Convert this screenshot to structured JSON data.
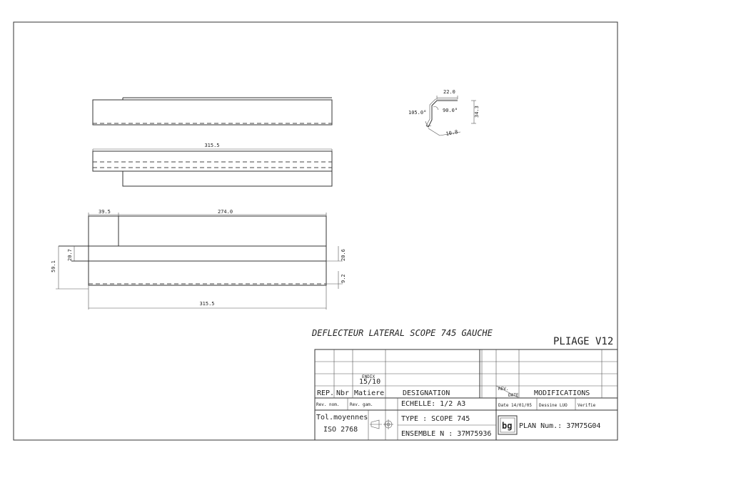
{
  "title": {
    "description": "DEFLECTEUR LATERAL SCOPE 745 GAUCHE",
    "bend_label": "PLIAGE V12"
  },
  "dimensions": {
    "top_width": "315.5",
    "flange_22": "22.0",
    "height_34": "34.3",
    "lip_10": "10.8",
    "angle_105": "105.0°",
    "angle_90": "90.0°",
    "seg_39": "39.5",
    "seg_274": "274.0",
    "left_h": "20.7",
    "right_h": "20.6",
    "total_h": "59.1",
    "right_small": "9.2",
    "bottom_width": "315.5"
  },
  "cartouche": {
    "material_code": "ENDIX",
    "material_thickness": "15/10",
    "rep_label": "REP.",
    "nbr_label": "Nbr",
    "matiere_label": "Matiere",
    "designation_label": "DESIGNATION",
    "rev_label": "REV.",
    "date_label": "DATE",
    "modifications_label": "MODIFICATIONS",
    "rev_nom": "Rev. nom.",
    "rev_gam": "Rev. gam.",
    "echelle": "ECHELLE: 1/2   A3",
    "date": "Date 14/01/05",
    "dessine": "Dessine LUO",
    "verifie": "Verifie",
    "tolerances": "Tol.moyennes",
    "iso": "ISO 2768",
    "type": "TYPE :  SCOPE 745",
    "ensemble": "ENSEMBLE N : 37M75936",
    "logo": "bg",
    "plan": "PLAN Num.: 37M75G04"
  }
}
